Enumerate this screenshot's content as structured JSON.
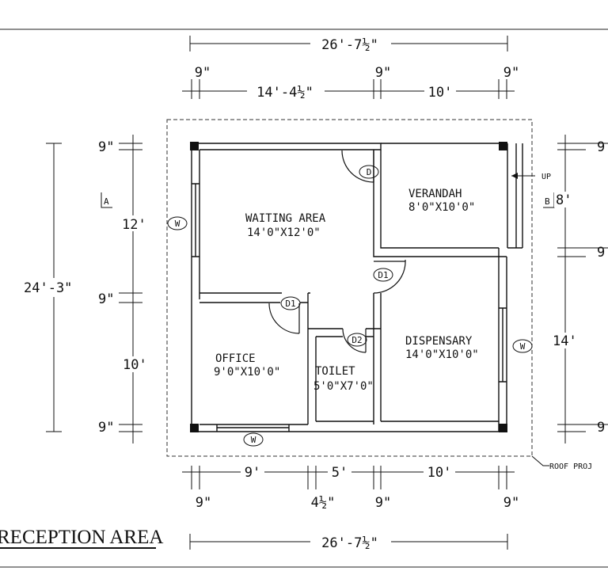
{
  "drawing_title": "RECEPTION AREA",
  "rooms": [
    {
      "name": "WAITING AREA",
      "size": "14'0\"X12'0\""
    },
    {
      "name": "VERANDAH",
      "size": "8'0\"X10'0\""
    },
    {
      "name": "OFFICE",
      "size": "9'0\"X10'0\""
    },
    {
      "name": "TOILET",
      "size": "5'0\"X7'0\""
    },
    {
      "name": "DISPENSARY",
      "size": "14'0\"X10'0\""
    }
  ],
  "doors": {
    "d": "D",
    "d1": "D1",
    "d2": "D2"
  },
  "windows": {
    "w": "W"
  },
  "section_markers": {
    "a": "A",
    "b": "B"
  },
  "annotations": {
    "up": "UP",
    "roof_projection": "ROOF PROJ"
  },
  "dimensions": {
    "top_overall": "26'-7½\"",
    "top_wall_left": "9\"",
    "top_span_left": "14'-4½\"",
    "top_wall_mid": "9\"",
    "top_span_right": "10'",
    "top_wall_right": "9\"",
    "left_overall": "24'-3\"",
    "left_wall_top": "9\"",
    "left_span_upper": "12'",
    "left_wall_mid": "9\"",
    "left_span_lower": "10'",
    "left_wall_bottom": "9\"",
    "right_span_upper": "8'",
    "right_span_lower": "14'",
    "right_wall_top": "9",
    "right_wall_mid": "9",
    "right_wall_bottom": "9",
    "bottom_span_left": "9'",
    "bottom_span_mid": "5'",
    "bottom_span_right": "10'",
    "bottom_wall_left": "9\"",
    "bottom_wall_mid_left": "4½\"",
    "bottom_wall_mid_right": "9\"",
    "bottom_wall_right": "9\"",
    "bottom_overall": "26'-7½\""
  }
}
